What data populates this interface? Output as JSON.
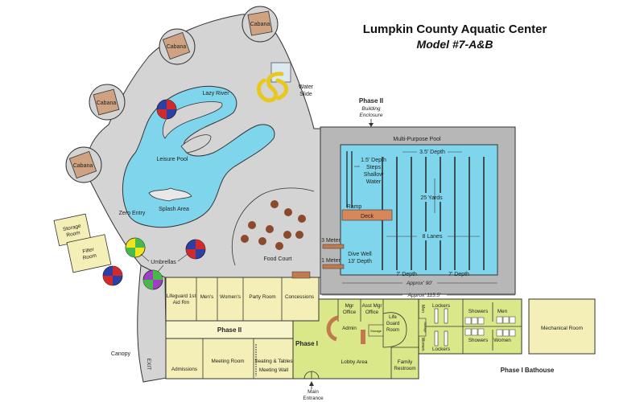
{
  "title": "Lumpkin County Aquatic Center",
  "subtitle": "Model #7-A&B",
  "outdoor": {
    "cabana": "Cabana",
    "water_slide_line1": "Water",
    "water_slide_line2": "Slide",
    "lazy_river": "Lazy River",
    "leisure_pool": "Leisure Pool",
    "zero_entry": "Zero Entry",
    "splash_area": "Splash Area",
    "food_court": "Food Court",
    "umbrellas": "Umbrellas",
    "storage_room_line1": "Storage",
    "storage_room_line2": "Room",
    "filter_room_line1": "Filter",
    "filter_room_line2": "Room",
    "canopy": "Canopy",
    "exit": "EXIT"
  },
  "phase2_enclosure": {
    "phase": "Phase II",
    "line1": "Building",
    "line2": "Enclosure",
    "pool_name": "Multi-Purpose Pool",
    "depth_35": "3.5' Depth",
    "steps_line1": "1.5' Depth",
    "steps_line2": "Steps",
    "steps_line3": "Shallow",
    "steps_line4": "Water",
    "yards": "25 Yards",
    "lanes": "8 Lanes",
    "ramp": "Ramp",
    "deck": "Deck",
    "meter3": "3 Meter",
    "meter1": "1 Meter",
    "dive_line1": "Dive Well",
    "dive_line2": "13' Depth",
    "depth7a": "7' Depth",
    "depth7b": "7' Depth",
    "approx90": "Approx' 90'",
    "approx115": "Approx' 115.5'"
  },
  "building": {
    "lifeguard_line1": "Lifeguard 1st",
    "lifeguard_line2": "Aid Rm",
    "mens": "Men's",
    "womens": "Women's",
    "party_room": "Party Room",
    "concessions": "Concessions",
    "phase2": "Phase II",
    "phase1": "Phase I",
    "admissions": "Admissions",
    "meeting_room": "Meeting Room",
    "seating_line1": "Seating & Tables",
    "seating_line2": "Meeting Wall",
    "mgr_line1": "Mgr",
    "mgr_line2": "Office",
    "asst_line1": "Asst Mgr",
    "asst_line2": "Office",
    "admin": "Admin",
    "lifeguard_room_line1": "Life",
    "lifeguard_room_line2": "Guard",
    "lifeguard_room_line3": "Room",
    "storage": "Storage",
    "lobby": "Lobby Area",
    "family_line1": "Family",
    "family_line2": "Restroom",
    "main_line1": "Main",
    "main_line2": "Entrance"
  },
  "bathhouse": {
    "lockers_top": "Lockers",
    "lockers_bottom": "Lockers",
    "showers_top": "Showers",
    "showers_bottom": "Showers",
    "men": "Men",
    "women": "Women",
    "men_vertical": "Men",
    "women_vertical": "Women",
    "storage_small": "Storage",
    "mechanical_room": "Mechanical Room",
    "label": "Phase I Bathouse"
  },
  "colors": {
    "deck": "#d4d4d4",
    "water": "#7fd6ec",
    "enclosure": "#b7b7b7",
    "building_yellow": "#f4efb6",
    "building_green": "#dbe88a",
    "cabana": "#cfa382",
    "food_court_table": "#8b4a2a"
  }
}
